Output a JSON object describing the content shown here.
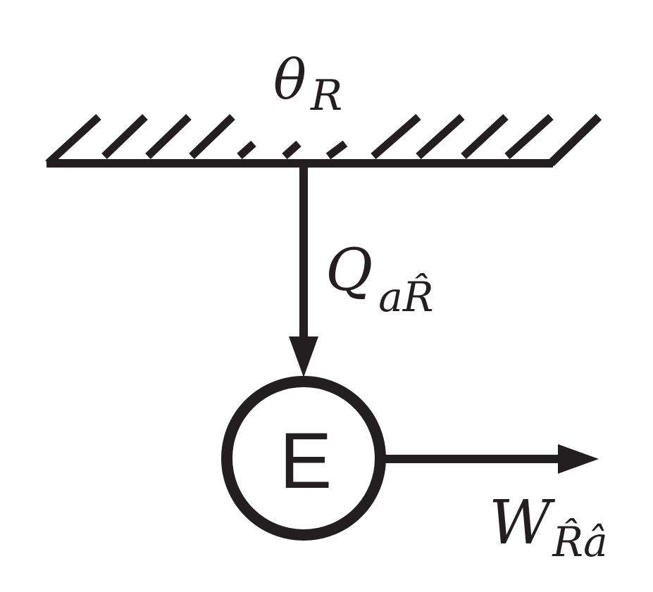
{
  "reservoir": {
    "symbol": "θ",
    "subscript": "R"
  },
  "heat_flow": {
    "symbol": "Q",
    "subscript_a": "a",
    "subscript_hat": "R̂"
  },
  "engine": {
    "label": "E"
  },
  "work_output": {
    "symbol": "W",
    "subscript_hat_R": "R̂",
    "subscript_hat_a": "â"
  },
  "colors": {
    "ink": "#231f20",
    "background": "#ffffff"
  }
}
